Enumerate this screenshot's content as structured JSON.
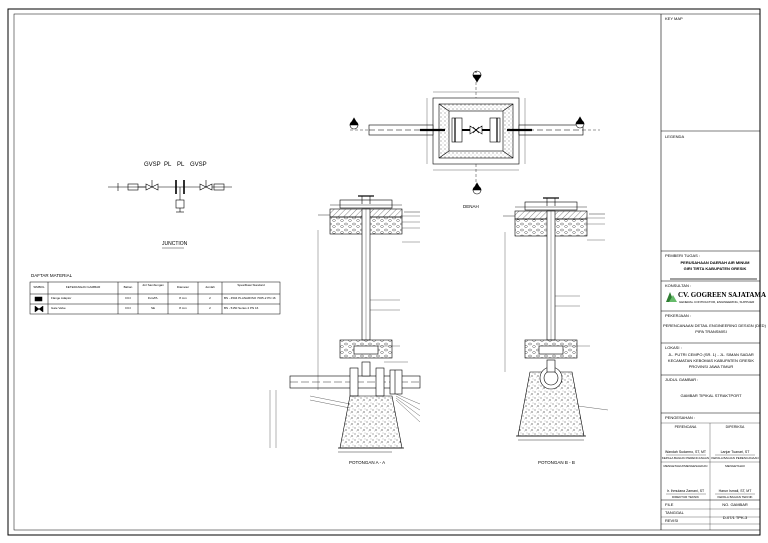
{
  "title_block": {
    "key_map": "KEY MAP",
    "legenda": "LEGENDA",
    "pemberi_tugas_label": "PEMBERI TUGAS :",
    "pemberi_tugas": [
      "PERUSAHAAN DAERAH AIR MINUM",
      "GIRI TIRTA KABUPATEN GRESIK"
    ],
    "konsultan_label": "KONSULTAN :",
    "konsultan_name": "CV. GOGREEN SAJATAMA",
    "konsultan_sub": "GENERAL CONTRACTOR, ENGINEERING, SUPPLIER",
    "pekerjaan_label": "PEKERJAAN :",
    "pekerjaan": [
      "PERENCANAAN DETAIL ENGINEERING DESIGN (DED)",
      "PIPA TRANSMISI"
    ],
    "lokasi_label": "LOKASI :",
    "lokasi": [
      "JL. PUTRI CEMPO (SR. 1) - JL. SIMAN SADAR",
      "KECAMATAN KEBOMAS KABUPATEN GRESIK",
      "PROVINSI JAWA TIMUR"
    ],
    "judul_label": "JUDUL GAMBAR :",
    "judul": "GAMBAR TIPIKAL STRAKTPORT",
    "pengesahan_label": "PENGESAHAN :",
    "perencana_label": "PERENCANA",
    "diperiksa_label": "DIPERIKSA",
    "sig1_name": "Wandah Sudarmo, ST, MT",
    "sig1_role": "KEPALA BAGIAN PERENCANAAN",
    "sig2_name": "Lanjar Tuanari, ST",
    "sig2_role": "KEPALA BAGIAN PERENCANAAN",
    "mengetahui_left": "MENGETAHUI/MENGESAHKAN",
    "mengetahui_right": "MENGETAHUI",
    "sig3_name": "Ir. Ihmulana Zamani, ST",
    "sig3_role": "DIREKTUR TEKNIK",
    "sig4_name": "Harun Ismail, ST, MT",
    "sig4_role": "KEPALA BAGIAN TEKNIK",
    "file_label": "FILE",
    "no_gambar_label": "NO. GAMBAR",
    "tanggal_label": "TANGGAL",
    "revisi_label": "REVISI",
    "drawing_no": "D-07/1 TPK-3"
  },
  "schematic": {
    "labels": [
      "GVSP",
      "PL",
      "PL",
      "GVSP"
    ],
    "junction_label": "JUNCTION"
  },
  "material_table": {
    "title": "DAFTAR MATERIAL",
    "headers": [
      "SIMBOL",
      "KETERANGAN GAMBAR",
      "Bahan",
      "Jml Sambungan",
      "Diameter",
      "Jumlah",
      "Spesifikasi Standard"
    ],
    "rows": [
      [
        "",
        "Flange Adaptor",
        "DCI",
        "FLG/PL",
        "8 mm",
        "2",
        "BS - 4504 PLANAR/ISO 7005-2 PN 16"
      ],
      [
        "",
        "Gate Valve",
        "DCI",
        "SE",
        "8 mm",
        "2",
        "BS - 5150 Series 2 PN 16"
      ]
    ]
  },
  "views": {
    "denah": "DENAH",
    "section_a": "POTONGAN A - A",
    "section_b": "POTONGAN B - B",
    "markers": [
      "A",
      "A",
      "B",
      "B"
    ]
  }
}
